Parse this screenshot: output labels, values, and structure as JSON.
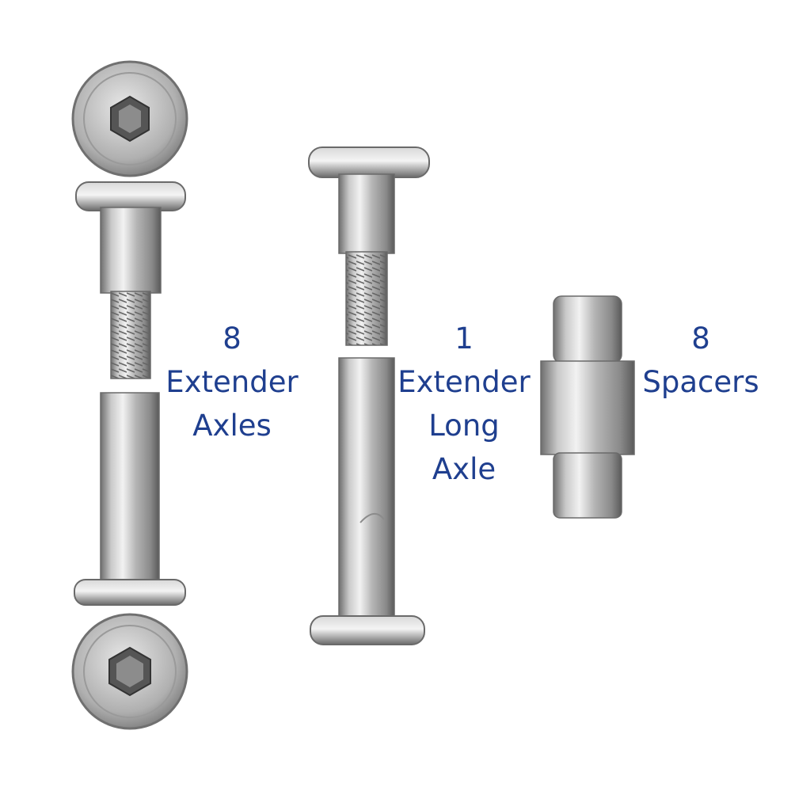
{
  "labels": {
    "axles": {
      "count": "8",
      "line1": "Extender",
      "line2": "Axles"
    },
    "long_axle": {
      "count": "1",
      "line1": "Extender",
      "line2": "Long",
      "line3": "Axle"
    },
    "spacers": {
      "count": "8",
      "line1": "Spacers"
    }
  },
  "colors": {
    "label_text": "#1f3f8f",
    "metal_light": "#e6e6e6",
    "metal_mid": "#b8b8b8",
    "metal_dark": "#6e6e6e"
  }
}
